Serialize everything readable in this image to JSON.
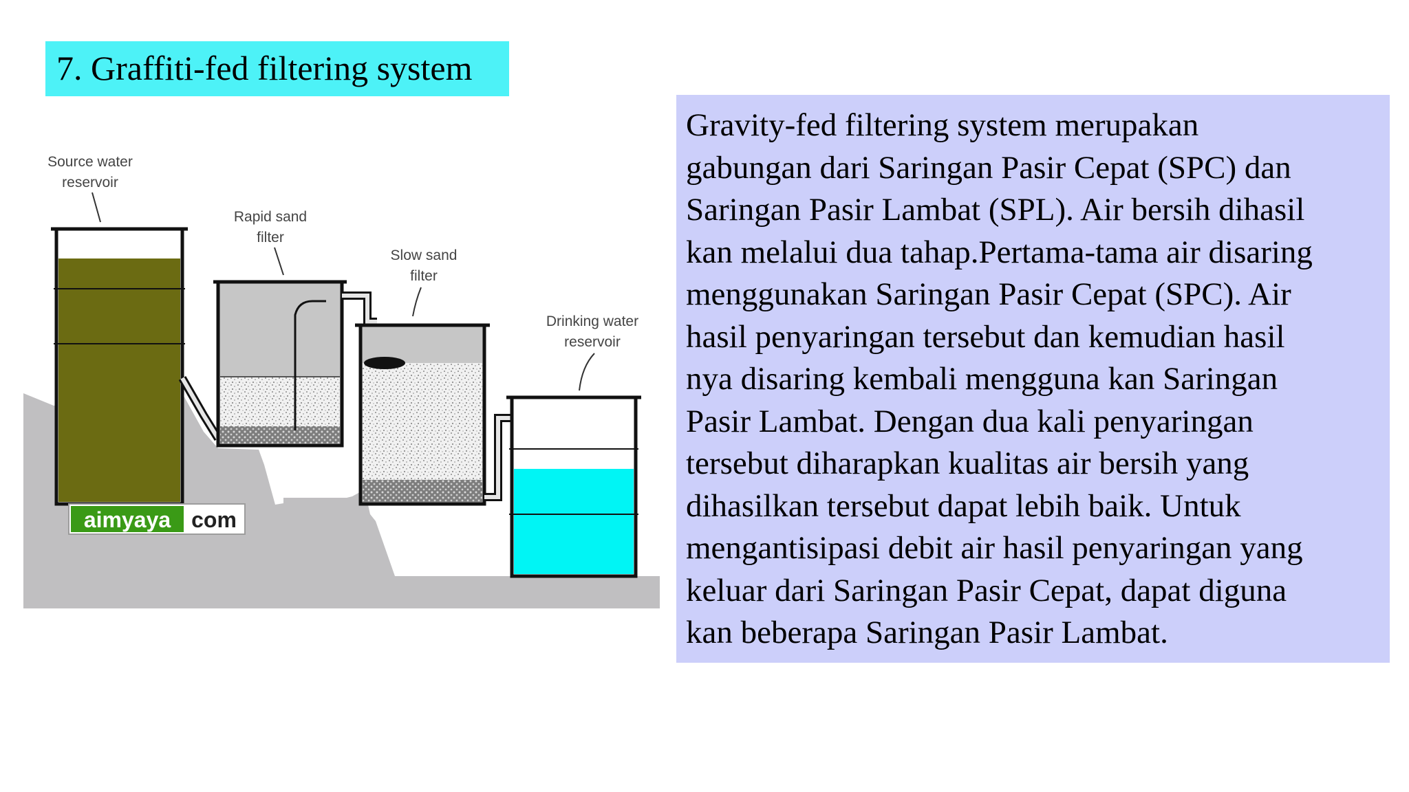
{
  "slide": {
    "title": "7.  Graffiti-fed filtering system",
    "description_lines": [
      "Gravity-fed filtering system merupakan",
      "gabungan dari Saringan Pasir Cepat (SPC) dan",
      "Saringan Pasir Lambat (SPL). Air bersih dihasil",
      "kan melalui dua tahap.Pertama-tama air disaring",
      "menggunakan Saringan Pasir Cepat (SPC). Air",
      "hasil penyaringan tersebut dan kemudian hasil",
      "nya disaring kembali mengguna kan Saringan",
      "Pasir Lambat. Dengan dua kali penyaringan",
      "tersebut diharapkan kualitas air bersih yang",
      "dihasilkan tersebut dapat lebih baik. Untuk",
      "mengantisipasi debit air hasil penyaringan yang",
      "keluar dari Saringan Pasir Cepat, dapat diguna",
      "kan beberapa Saringan Pasir Lambat."
    ],
    "colors": {
      "title_bg": "#4df2f7",
      "description_bg": "#cccffa"
    }
  },
  "diagram": {
    "labels": {
      "source_line1": "Source water",
      "source_line2": "reservoir",
      "rapid_line1": "Rapid sand",
      "rapid_line2": "filter",
      "slow_line1": "Slow sand",
      "slow_line2": "filter",
      "drinking_line1": "Drinking water",
      "drinking_line2": "reservoir"
    },
    "watermark": {
      "part1": "aimyaya",
      "part2": "com"
    },
    "colors": {
      "ground": "#c0bfc1",
      "source_water": "#6b6b12",
      "drinking_water": "#00f5f5",
      "filter_water": "#c6c6c6"
    }
  }
}
